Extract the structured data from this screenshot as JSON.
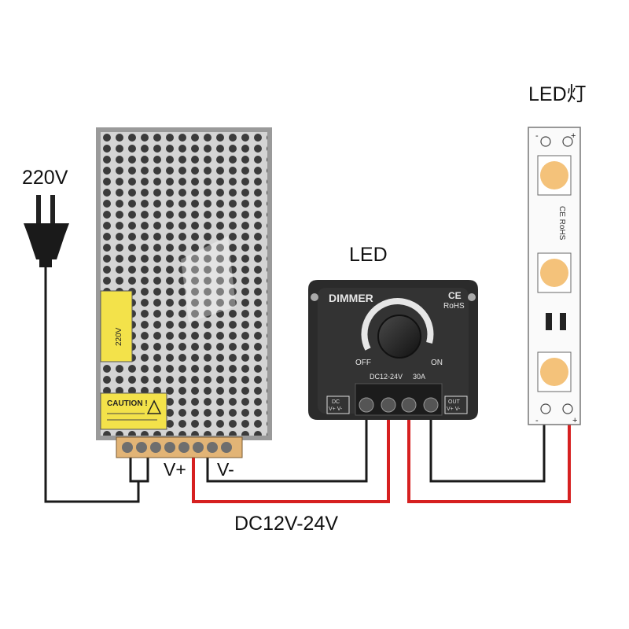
{
  "labels": {
    "mains_voltage": "220V",
    "dimmer_title": "LED",
    "led_strip_title": "LED灯",
    "supply_voltage": "DC12V-24V",
    "v_plus": "V+",
    "v_minus": "V-"
  },
  "dimmer": {
    "brand": "DIMMER",
    "off": "OFF",
    "on": "ON",
    "rating_voltage": "DC12-24V",
    "rating_current": "30A",
    "in_plus": "DC",
    "in_minus": "V+ V-",
    "out_plus": "OUT",
    "out_minus": "V+ V-",
    "cert_ce": "CE",
    "cert_rohs": "RoHS"
  },
  "psu": {
    "caution": "CAUTION !",
    "side_label": "220V"
  },
  "strip": {
    "top_minus": "-",
    "top_plus": "+",
    "bottom_minus": "-",
    "bottom_plus": "+",
    "cert": "CE RoHS"
  },
  "colors": {
    "positive_wire": "#d62020",
    "negative_wire": "#1a1a1a",
    "led_chip": "#f4c27a",
    "dimmer_body": "#2b2b2b",
    "psu_body": "#c9c9c9",
    "label_yellow": "#f3e24a"
  }
}
